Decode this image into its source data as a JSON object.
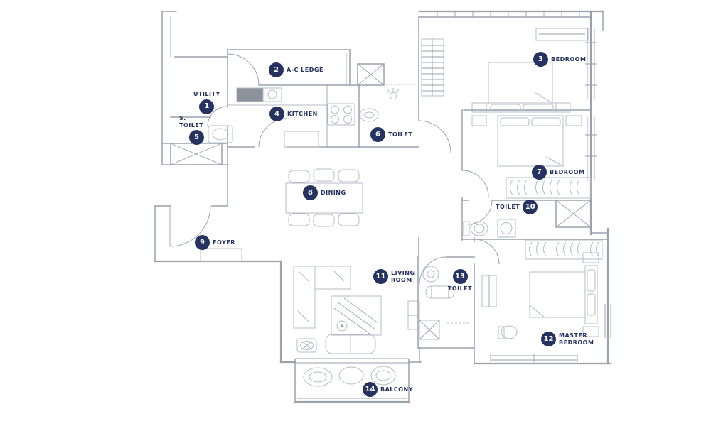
{
  "document": {
    "type": "apartment-floor-plan"
  },
  "colors": {
    "navy": "#26325f",
    "wall": "#9aa2ac",
    "furniture": "#b4bbc4",
    "dark_fill": "#8d939c"
  },
  "rooms": [
    {
      "num": "1",
      "label": "UTILITY"
    },
    {
      "num": "2",
      "label": "A-C LEDGE"
    },
    {
      "num": "3",
      "label": "BEDROOM"
    },
    {
      "num": "4",
      "label": "KITCHEN"
    },
    {
      "num": "5",
      "label": "S. TOILET"
    },
    {
      "num": "6",
      "label": "TOILET"
    },
    {
      "num": "7",
      "label": "BEDROOM"
    },
    {
      "num": "8",
      "label": "DINING"
    },
    {
      "num": "9",
      "label": "FOYER"
    },
    {
      "num": "10",
      "label": "TOILET"
    },
    {
      "num": "11",
      "label": "LIVING ROOM"
    },
    {
      "num": "12",
      "label": "MASTER BEDROOM"
    },
    {
      "num": "13",
      "label": "TOILET"
    },
    {
      "num": "14",
      "label": "BALCONY"
    }
  ]
}
